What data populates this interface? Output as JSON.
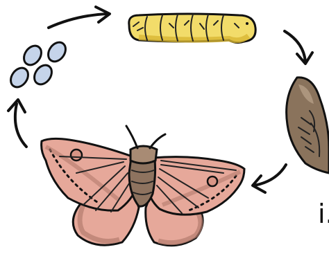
{
  "diagram": {
    "stages": [
      "eggs",
      "caterpillar",
      "pupa",
      "moth"
    ],
    "colors": {
      "egg_fill": "#c5d4ea",
      "larva_fill": "#f2dc6a",
      "larva_shadow": "#d8b733",
      "pupa_fill": "#8a735c",
      "pupa_light": "#b49e86",
      "wing_fill": "#e6a89a",
      "wing_dark": "#b47c6e",
      "body_fill": "#8e735f",
      "ink": "#111111"
    },
    "cut_off_label": "i."
  }
}
